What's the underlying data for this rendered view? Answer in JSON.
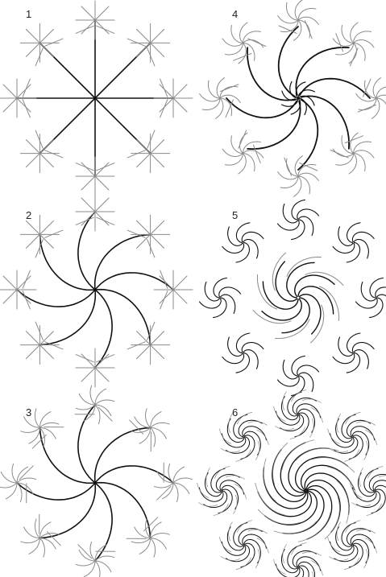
{
  "figure": {
    "panels": [
      {
        "label": "1",
        "curl": 0.0,
        "style": "straight",
        "stage": 1
      },
      {
        "label": "2",
        "curl": 0.0,
        "style": "straight",
        "stage": 2
      },
      {
        "label": "3",
        "curl": 0.0,
        "style": "curved",
        "stage": 3
      },
      {
        "label": "4",
        "curl": 1.0,
        "style": "curved",
        "stage": 4
      },
      {
        "label": "5",
        "curl": 1.6,
        "style": "spiral",
        "stage": 5
      },
      {
        "label": "6",
        "curl": 2.4,
        "style": "spiral-dense",
        "stage": 6
      }
    ],
    "colors": {
      "primary": "#111111",
      "secondary": "#8a8a8a",
      "background": "#ffffff"
    }
  }
}
